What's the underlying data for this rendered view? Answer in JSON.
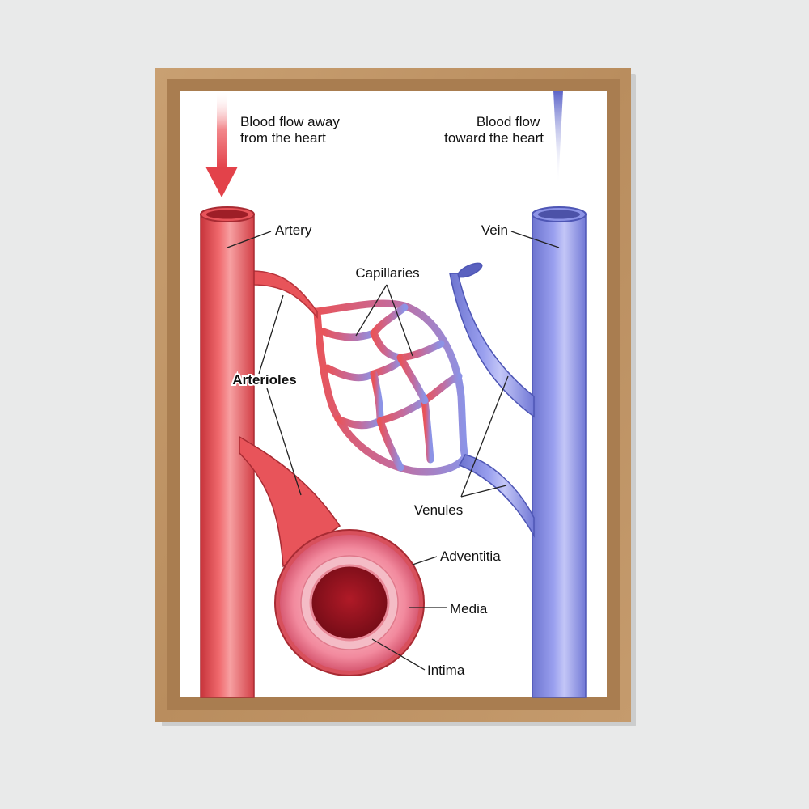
{
  "diagram": {
    "flow_away": [
      "Blood flow away",
      "from the heart"
    ],
    "flow_toward": [
      "Blood flow",
      "toward the heart"
    ],
    "labels": {
      "artery": "Artery",
      "vein": "Vein",
      "capillaries": "Capillaries",
      "arterioles": "Arterioles",
      "venules": "Venules",
      "adventitia": "Adventitia",
      "media": "Media",
      "intima": "Intima"
    }
  },
  "colors": {
    "artery": "#e8545a",
    "vein": "#8c93e6",
    "frame_wood": "#c49a6c",
    "wall": "#e9eaea"
  }
}
